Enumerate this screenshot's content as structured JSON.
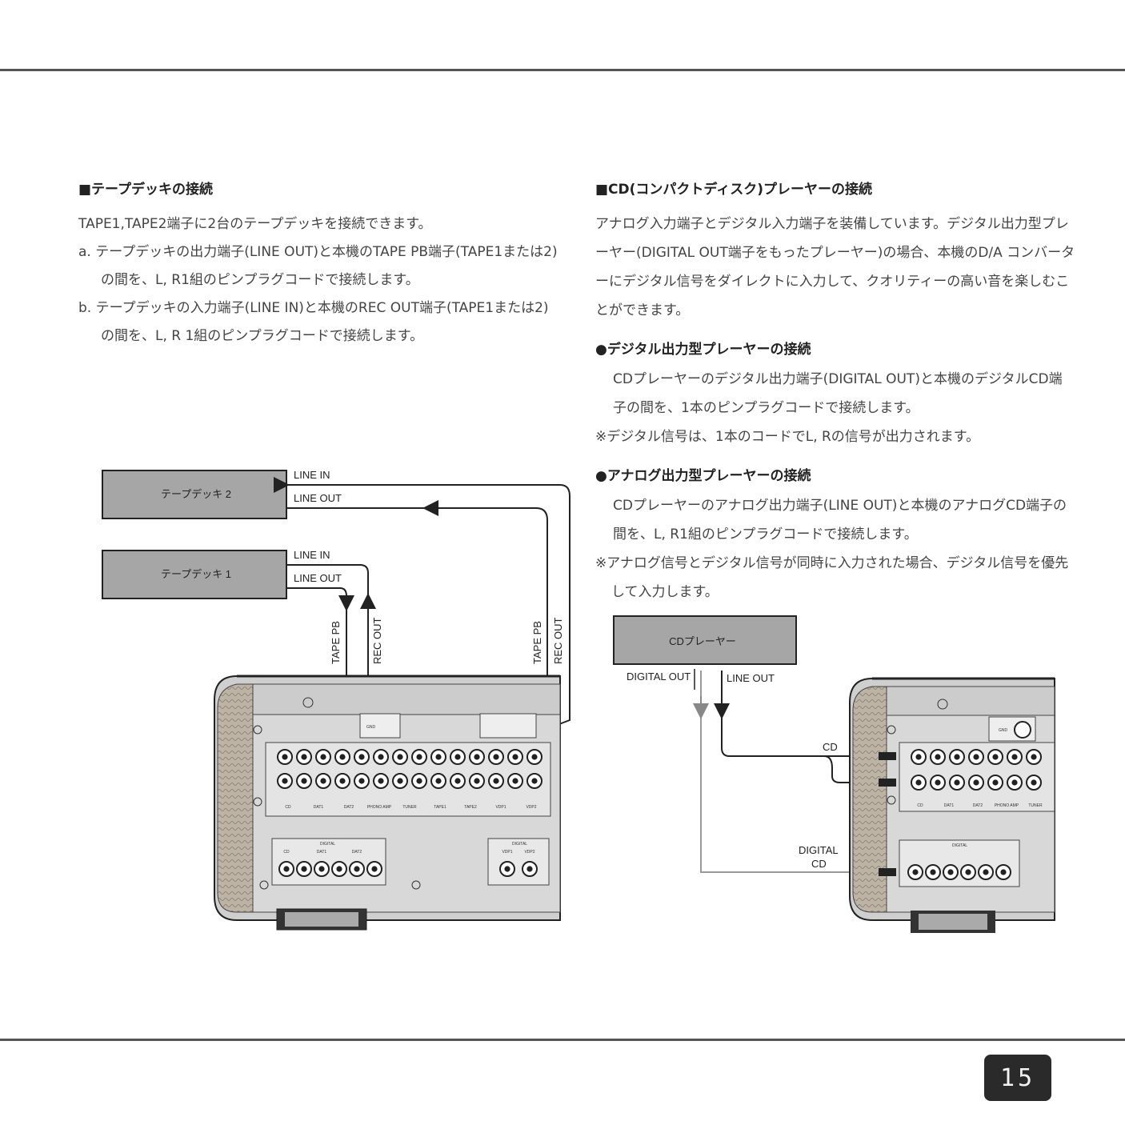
{
  "left": {
    "heading": "■テープデッキの接続",
    "intro": "TAPE1,TAPE2端子に2台のテープデッキを接続できます。",
    "item_a": "a. テープデッキの出力端子(LINE OUT)と本機のTAPE PB端子(TAPE1または2)の間を、L, R1組のピンプラグコードで接続します。",
    "item_b": "b. テープデッキの入力端子(LINE IN)と本機のREC OUT端子(TAPE1または2)の間を、L, R 1組のピンプラグコードで接続します。"
  },
  "right": {
    "heading": "■CD(コンパクトディスク)プレーヤーの接続",
    "intro": "アナログ入力端子とデジタル入力端子を装備しています。デジタル出力型プレーヤー(DIGITAL OUT端子をもったプレーヤー)の場合、本機のD/A コンバーターにデジタル信号をダイレクトに入力して、クオリティーの高い音を楽しむことができます。",
    "digital_head": "●デジタル出力型プレーヤーの接続",
    "digital_body": "CDプレーヤーのデジタル出力端子(DIGITAL OUT)と本機のデジタルCD端子の間を、1本のピンプラグコードで接続します。",
    "digital_note": "※デジタル信号は、1本のコードでL, Rの信号が出力されます。",
    "analog_head": "●アナログ出力型プレーヤーの接続",
    "analog_body": "CDプレーヤーのアナログ出力端子(LINE OUT)と本機のアナログCD端子の間を、L, R1組のピンプラグコードで接続します。",
    "analog_note": "※アナログ信号とデジタル信号が同時に入力された場合、デジタル信号を優先して入力します。"
  },
  "diagram_left": {
    "deck2": "テープデッキ 2",
    "deck1": "テープデッキ 1",
    "line_in": "LINE IN",
    "line_out": "LINE OUT",
    "tape_pb": "TAPE PB",
    "rec_out": "REC OUT",
    "jack_labels": [
      "CD",
      "DAT1",
      "DAT2",
      "PHONO AMP",
      "TUNER",
      "TAPE1",
      "TAPE2",
      "VDP1",
      "VDP2"
    ],
    "digital_panel": "DIGITAL",
    "digital_jacks": [
      "CD",
      "DAT1",
      "DAT2"
    ],
    "digital_vdp": [
      "VDP1",
      "VDP2"
    ],
    "gnd": "GND"
  },
  "diagram_right": {
    "player": "CDプレーヤー",
    "digital_out": "DIGITAL OUT",
    "line_out": "LINE OUT",
    "cd": "CD",
    "digital": "DIGITAL",
    "digital_cd": "CD",
    "jack_labels": [
      "CD",
      "DAT1",
      "DAT2",
      "PHONO AMP",
      "TUNER"
    ],
    "digital_panel": "DIGITAL",
    "gnd": "GND"
  },
  "page_number": "15"
}
